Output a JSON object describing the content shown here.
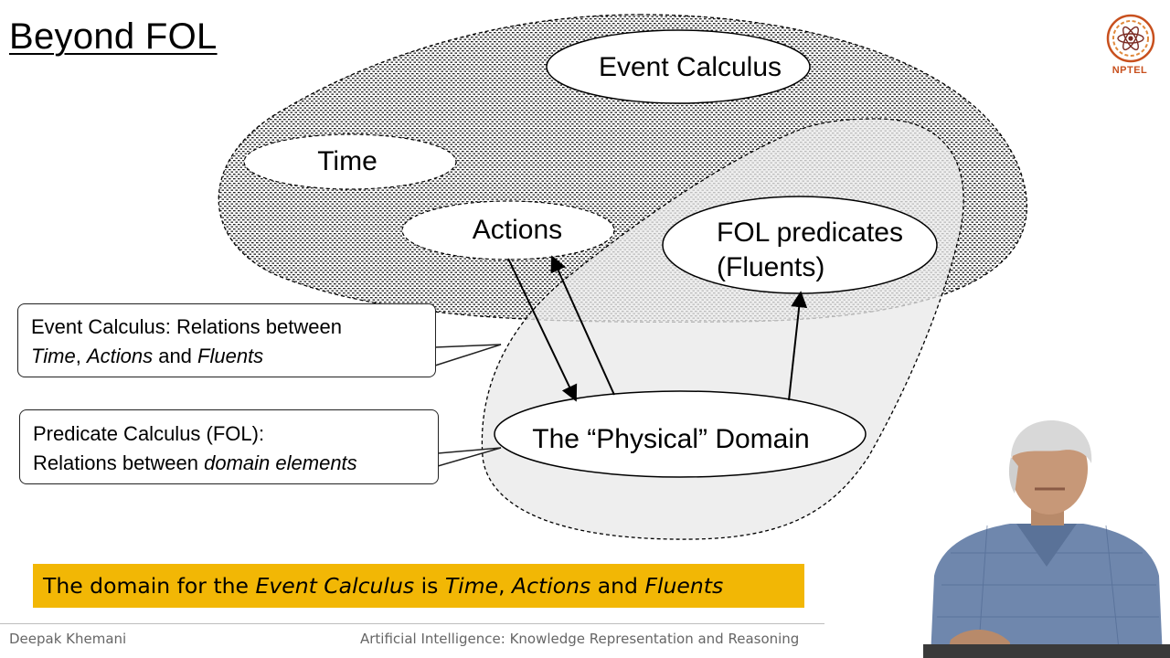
{
  "title": "Beyond FOL",
  "logo": {
    "label": "NPTEL"
  },
  "diagram": {
    "nodes": {
      "event_calculus": "Event Calculus",
      "time": "Time",
      "actions": "Actions",
      "fol_predicates_line1": "FOL predicates",
      "fol_predicates_line2": "(Fluents)",
      "physical_domain": "The “Physical” Domain"
    }
  },
  "callouts": {
    "event_calculus": {
      "line1": "Event Calculus: Relations between",
      "time": "Time",
      "comma": ", ",
      "actions": "Actions",
      "and": " and ",
      "fluents": "Fluents"
    },
    "predicate_calculus": {
      "line1": "Predicate Calculus (FOL):",
      "prefix": "Relations between ",
      "domain_elements": "domain elements"
    }
  },
  "highlight": {
    "prefix": "The domain for the ",
    "event_calculus": "Event Calculus",
    "is": " is ",
    "time": "Time",
    "comma": ", ",
    "actions": "Actions",
    "and": " and ",
    "fluents": "Fluents"
  },
  "footer": {
    "author": "Deepak Khemani",
    "course": "Artificial Intelligence: Knowledge Representation and Reasoning"
  },
  "colors": {
    "highlight": "#f2b705",
    "domain_region": "#e9e9e9",
    "logo": "#c8501e"
  }
}
